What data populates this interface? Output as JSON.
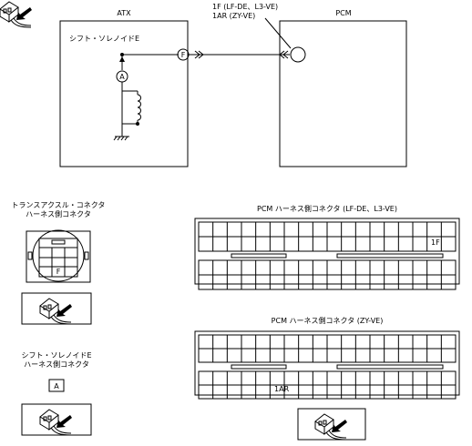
{
  "wiring": {
    "atx_label": "ATX",
    "pcm_label": "PCM",
    "solenoid_label": "シフト・ソレノイドE",
    "terminal_label_1": "1F (LF-DE、L3-VE)",
    "terminal_label_2": "1AR (ZY-VE)",
    "connector_f": "F",
    "connector_a": "A"
  },
  "trans_connector": {
    "title_1": "トランスアクスル・コネクタ",
    "title_2": "ハーネス側コネクタ",
    "cell_f": "F"
  },
  "solenoid_connector": {
    "title_1": "シフト・ソレノイドE",
    "title_2": "ハーネス側コネクタ",
    "cell_a": "A"
  },
  "pcm_lf": {
    "title": "PCM  ハーネス側コネクタ (LF-DE、L3-VE)",
    "pin": "1F"
  },
  "pcm_zy": {
    "title": "PCM  ハーネス側コネクタ (ZY-VE)",
    "pin": "1AR"
  }
}
